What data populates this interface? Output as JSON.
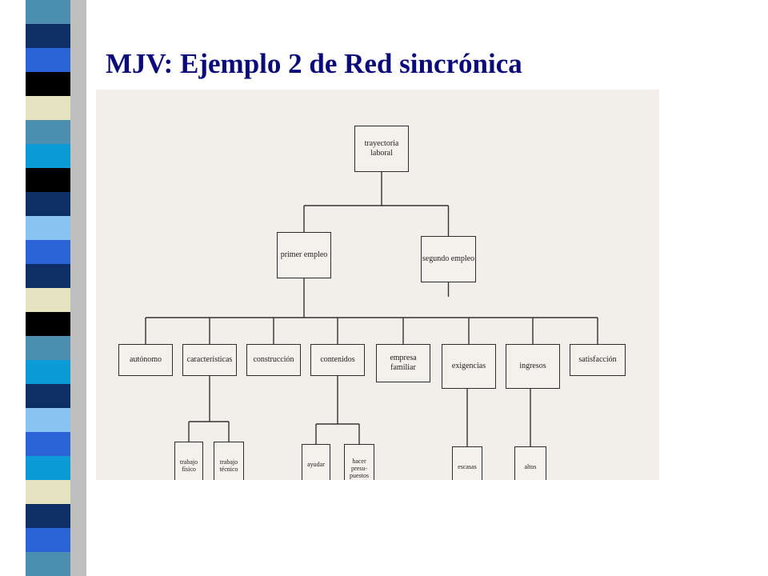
{
  "slide": {
    "title": "MJV: Ejemplo 2 de Red sincrónica"
  },
  "strip": {
    "colors": [
      "#4d8fb0",
      "#0d2f66",
      "#2a63d6",
      "#000000",
      "#e6e4c0",
      "#4d8fb0",
      "#0b9bd6",
      "#000000",
      "#0d2f66",
      "#89c4f2",
      "#2a63d6",
      "#0d2f66",
      "#e6e4c0",
      "#000000",
      "#4d8fb0",
      "#0b9bd6",
      "#0d2f66",
      "#89c4f2",
      "#2a63d6",
      "#0b9bd6",
      "#e6e4c0",
      "#0d2f66",
      "#2a63d6",
      "#4d8fb0"
    ],
    "shadow": "#bfbfbf"
  },
  "diagram": {
    "root": {
      "label": "trayectoria\nlaboral"
    },
    "level1": [
      {
        "label": "primer empleo"
      },
      {
        "label": "segundo empleo"
      }
    ],
    "level2": [
      {
        "label": "autónomo"
      },
      {
        "label": "características"
      },
      {
        "label": "construcción"
      },
      {
        "label": "contenidos"
      },
      {
        "label": "empresa\nfamiliar"
      },
      {
        "label": "exigencias"
      },
      {
        "label": "ingresos"
      },
      {
        "label": "satisfacción"
      }
    ],
    "level3": [
      {
        "label": "trabajo\nfísico"
      },
      {
        "label": "trabajo\ntécnico"
      },
      {
        "label": "ayudar"
      },
      {
        "label": "hacer\npresu-\npuestos"
      },
      {
        "label": "escasas"
      },
      {
        "label": "altos"
      }
    ]
  }
}
